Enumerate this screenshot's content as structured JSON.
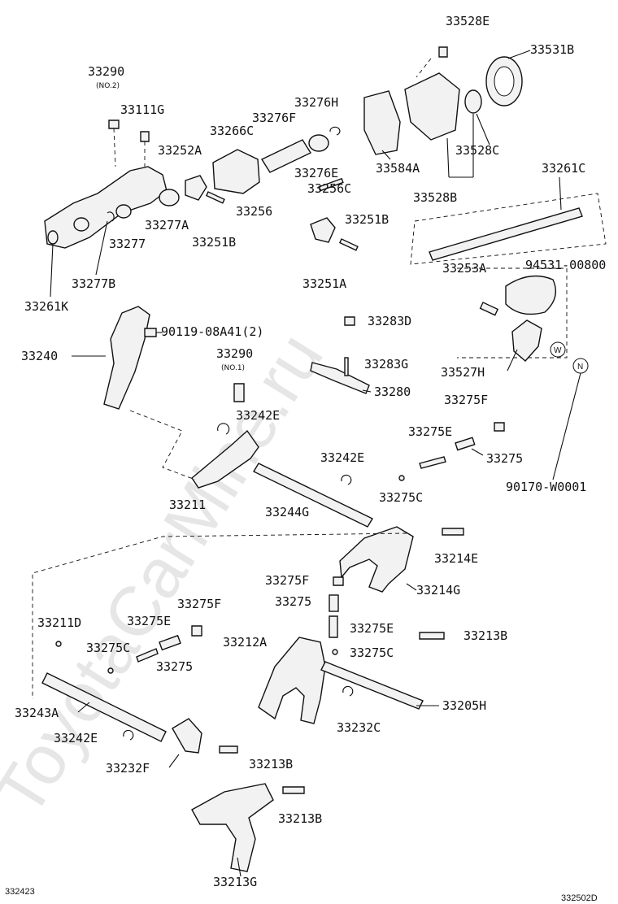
{
  "watermark": "ToyotaCarMine.ru",
  "footer": {
    "left_code": "332423",
    "right_code": "332502D"
  },
  "labels": {
    "p33528E_top": "33528E",
    "p33531B": "33531B",
    "p33290_top": "33290",
    "p33290_top_note": "(NO.2)",
    "p33111G": "33111G",
    "p33276H": "33276H",
    "p33276F": "33276F",
    "p33266C": "33266C",
    "p33252A": "33252A",
    "p33528C": "33528C",
    "p33584A": "33584A",
    "p33276E": "33276E",
    "p33256C": "33256C",
    "p33528B": "33528B",
    "p33261C": "33261C",
    "p33277A": "33277A",
    "p33256": "33256",
    "p33251B_right": "33251B",
    "p33277": "33277",
    "p33251B_left": "33251B",
    "p33253A": "33253A",
    "p94531": "94531-00800",
    "p33277B": "33277B",
    "p33251A": "33251A",
    "p33261K": "33261K",
    "p33283D": "33283D",
    "p90119": "90119-08A41(2)",
    "p33240": "33240",
    "p33290_mid": "33290",
    "p33290_mid_note": "(NO.1)",
    "p33283G": "33283G",
    "p33527H": "33527H",
    "p33280": "33280",
    "p33275F_top": "33275F",
    "p33242E_top": "33242E",
    "p33275E_top": "33275E",
    "p33242E_mid": "33242E",
    "p33275_top": "33275",
    "p33211": "33211",
    "p33275C_top": "33275C",
    "p90170": "90170-W0001",
    "p33244G": "33244G",
    "p33214E": "33214E",
    "p33275F_mid": "33275F",
    "p33214G": "33214G",
    "p33275_mid": "33275",
    "p33275F_left": "33275F",
    "p33211D": "33211D",
    "p33275E_left": "33275E",
    "p33275E_mid": "33275E",
    "p33213B_right": "33213B",
    "p33275C_left": "33275C",
    "p33212A": "33212A",
    "p33275C_mid": "33275C",
    "p33275_left": "33275",
    "p33205H": "33205H",
    "p33243A": "33243A",
    "p33232C": "33232C",
    "p33242E_bottom": "33242E",
    "p33232F": "33232F",
    "p33213B_mid": "33213B",
    "p33213B_bottom": "33213B",
    "p33213G": "33213G"
  },
  "markers": {
    "w": "W",
    "n": "N"
  }
}
